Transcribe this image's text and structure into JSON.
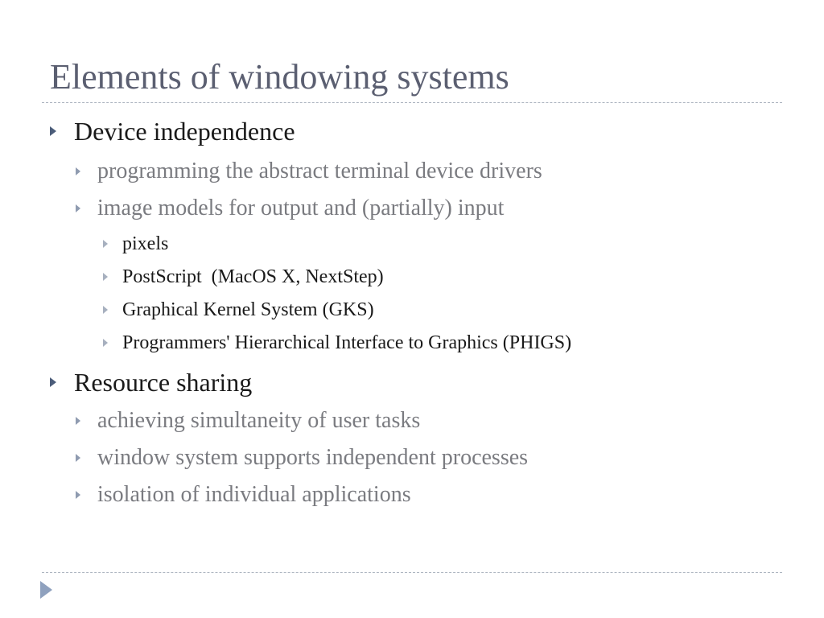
{
  "slide": {
    "title": "Elements of windowing systems",
    "items": [
      {
        "level": 1,
        "text": "Device independence"
      },
      {
        "level": 2,
        "text": "programming the abstract terminal device drivers"
      },
      {
        "level": 2,
        "text": "image models for output and (partially) input"
      },
      {
        "level": 3,
        "text": "pixels"
      },
      {
        "level": 3,
        "text": "PostScript  (MacOS X, NextStep)"
      },
      {
        "level": 3,
        "text": "Graphical Kernel System (GKS)"
      },
      {
        "level": 3,
        "text": "Programmers' Hierarchical Interface to Graphics (PHIGS)"
      },
      {
        "level": 1,
        "text": "Resource sharing"
      },
      {
        "level": 2,
        "text": "achieving simultaneity of user tasks"
      },
      {
        "level": 2,
        "text": "window system supports independent processes"
      },
      {
        "level": 2,
        "text": "isolation of individual applications"
      }
    ]
  },
  "icons": {
    "bullet": "triangle-bullet-icon",
    "nav": "next-slide-arrow-icon"
  },
  "colors": {
    "title": "#5b5f71",
    "level1_text": "#1a1a1a",
    "level2_text": "#7a7b80",
    "bullet_accent": "#4c5d7a",
    "rule": "#aeb6c1"
  }
}
